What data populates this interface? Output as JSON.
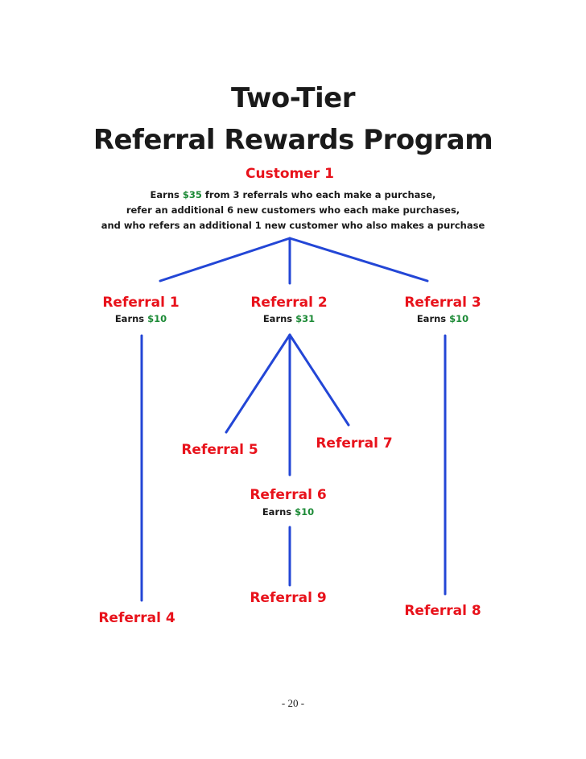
{
  "title": {
    "line1": "Two-Tier",
    "line2": "Referral Rewards Program"
  },
  "customer": {
    "label": "Customer 1",
    "earns_prefix": "Earns ",
    "earns_amount": "$35",
    "line1_rest": " from 3 referrals who each make a purchase,",
    "line2": "refer an additional 6 new customers who each make purchases,",
    "line3": "and who refers an additional 1 new customer who also makes a purchase"
  },
  "referrals": {
    "r1": {
      "label": "Referral 1",
      "earns_prefix": "Earns ",
      "earns_amount": "$10"
    },
    "r2": {
      "label": "Referral 2",
      "earns_prefix": "Earns ",
      "earns_amount": "$31"
    },
    "r3": {
      "label": "Referral 3",
      "earns_prefix": "Earns ",
      "earns_amount": "$10"
    },
    "r4": {
      "label": "Referral 4"
    },
    "r5": {
      "label": "Referral 5"
    },
    "r6": {
      "label": "Referral 6",
      "earns_prefix": "Earns ",
      "earns_amount": "$10"
    },
    "r7": {
      "label": "Referral 7"
    },
    "r8": {
      "label": "Referral 8"
    },
    "r9": {
      "label": "Referral 9"
    }
  },
  "edges": [
    [
      "customer",
      "r1"
    ],
    [
      "customer",
      "r2"
    ],
    [
      "customer",
      "r3"
    ],
    [
      "r1",
      "r4"
    ],
    [
      "r2",
      "r5"
    ],
    [
      "r2",
      "r6"
    ],
    [
      "r2",
      "r7"
    ],
    [
      "r3",
      "r8"
    ],
    [
      "r6",
      "r9"
    ]
  ],
  "colors": {
    "node_label": "#e8121b",
    "money": "#1c8a36",
    "connector": "#2346d6",
    "text": "#1a1a1a"
  },
  "page_number": "- 20 -"
}
